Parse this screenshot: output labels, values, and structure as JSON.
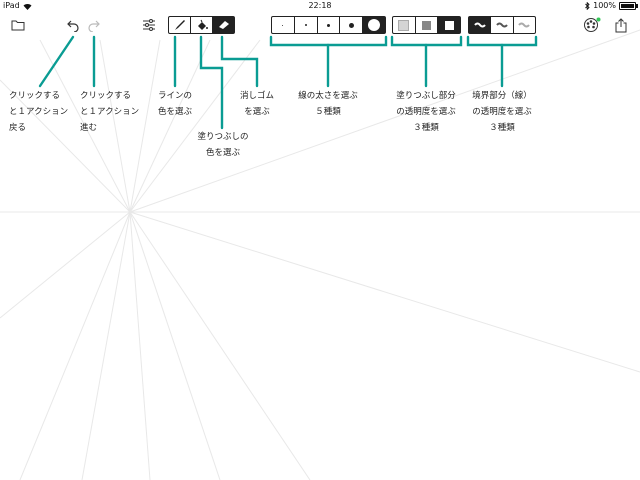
{
  "statusbar": {
    "device": "iPad",
    "time": "22:18",
    "battery": "100%"
  },
  "toolbar": {
    "icons": {
      "folder": "folder-icon",
      "undo": "undo-icon",
      "redo": "redo-icon",
      "settings": "sliders-icon",
      "pen": "brush-icon",
      "fill": "paint-bucket-icon",
      "eraser": "eraser-icon",
      "palette": "palette-icon",
      "share": "share-icon"
    },
    "line_width_options": 5,
    "selected_line_width": 5,
    "fill_opacity_options": 3,
    "selected_fill_opacity": 3,
    "border_opacity_options": 3,
    "selected_border_opacity": 1
  },
  "annotations": {
    "undo": [
      "クリックする",
      "と１アクション",
      "戻る"
    ],
    "redo": [
      "クリックする",
      "と１アクション",
      "進む"
    ],
    "line_color": [
      "ラインの",
      "色を選ぶ"
    ],
    "fill_color": [
      "塗りつぶしの",
      "色を選ぶ"
    ],
    "eraser": [
      "消しゴム",
      "を選ぶ"
    ],
    "line_width": [
      "線の太さを選ぶ",
      "５種類"
    ],
    "fill_opacity": [
      "塗りつぶし部分",
      "の透明度を選ぶ",
      "３種類"
    ],
    "border_opacity": [
      "境界部分（線）",
      "の透明度を選ぶ",
      "３種類"
    ]
  },
  "colors": {
    "accent": "#0a9c93",
    "dark": "#222222",
    "canvas_lines": "#e6e6e6",
    "palette_dot": "#34c759"
  }
}
